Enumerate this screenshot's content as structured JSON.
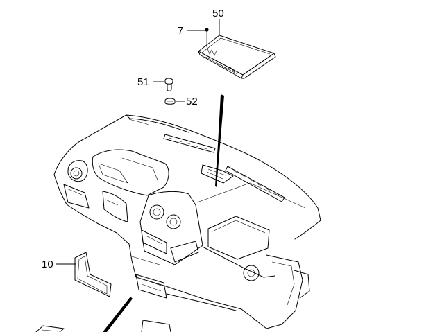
{
  "callouts": {
    "p50": "50",
    "p7": "7",
    "p51": "51",
    "p52": "52",
    "p10": "10"
  }
}
